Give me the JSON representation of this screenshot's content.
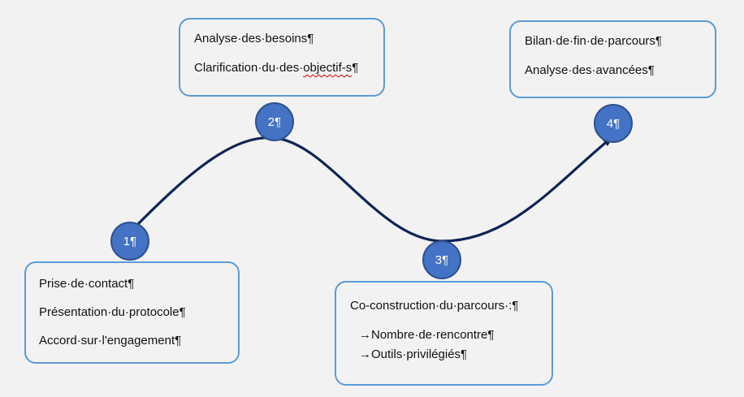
{
  "colors": {
    "background": "#f2f2f2",
    "box_border": "#5b9bd5",
    "node_fill": "#4472c4",
    "node_border": "#2f528f",
    "curve": "#0f2456"
  },
  "steps": [
    {
      "number": "1¶"
    },
    {
      "number": "2¶"
    },
    {
      "number": "3¶"
    },
    {
      "number": "4¶"
    }
  ],
  "boxes": {
    "step1": {
      "lines": [
        "Prise·de·contact¶",
        "Présentation·du·protocole¶",
        "Accord·sur·l'engagement¶"
      ]
    },
    "step2": {
      "line1": "Analyse·des·besoins¶",
      "line2_prefix": "Clarification·du·des·",
      "line2_misspelled": "objectif-s",
      "line2_suffix": "¶"
    },
    "step3": {
      "title": "Co-construction·du·parcours·:¶",
      "bullets": [
        "→Nombre·de·rencontre¶",
        "→Outils·privilégiés¶"
      ]
    },
    "step4": {
      "lines": [
        "Bilan·de·fin·de·parcours¶",
        "Analyse·des·avancées¶"
      ]
    }
  }
}
